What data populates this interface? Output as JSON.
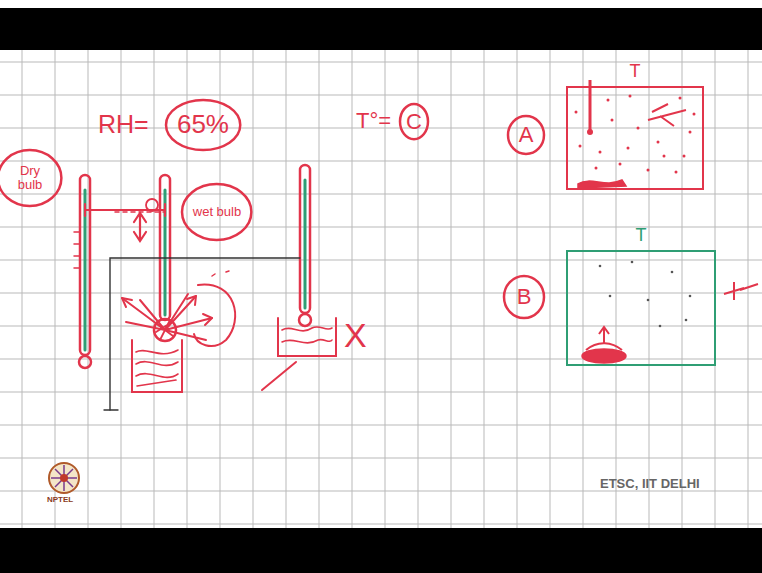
{
  "diagram": {
    "nodes": [
      {
        "text": [
          "65%"
        ]
      },
      {
        "text": [
          "C"
        ]
      },
      {
        "text": [
          "A"
        ]
      },
      {
        "text": [
          "T"
        ]
      },
      {
        "text": [
          "Dry bulb"
        ]
      },
      {
        "text": [
          "wet bulb"
        ]
      },
      {
        "text": [
          "B"
        ]
      },
      {
        "text": [
          "T"
        ]
      }
    ],
    "labels": [
      "RH=",
      "T°=",
      "X",
      "NPTEL",
      "ETSC, IIT DELHI"
    ]
  }
}
